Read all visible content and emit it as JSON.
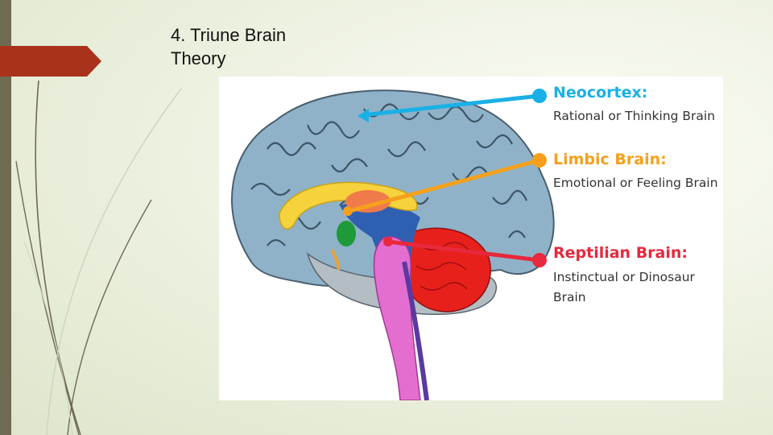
{
  "slide": {
    "title_line1": "4. Triune Brain",
    "title_line2": "Theory"
  },
  "colors": {
    "neocortex": "#1ab0e6",
    "limbic": "#f5a01c",
    "reptilian": "#e8283c",
    "brain_fill": "#8fb2c8",
    "tab": "#a8321c"
  },
  "labels": {
    "neocortex": {
      "title": "Neocortex:",
      "subtitle": "Rational or Thinking Brain"
    },
    "limbic": {
      "title": "Limbic Brain:",
      "subtitle": "Emotional or Feeling Brain"
    },
    "reptilian": {
      "title": "Reptilian Brain:",
      "subtitle_line1": "Instinctual or Dinosaur",
      "subtitle_line2": "Brain"
    }
  }
}
